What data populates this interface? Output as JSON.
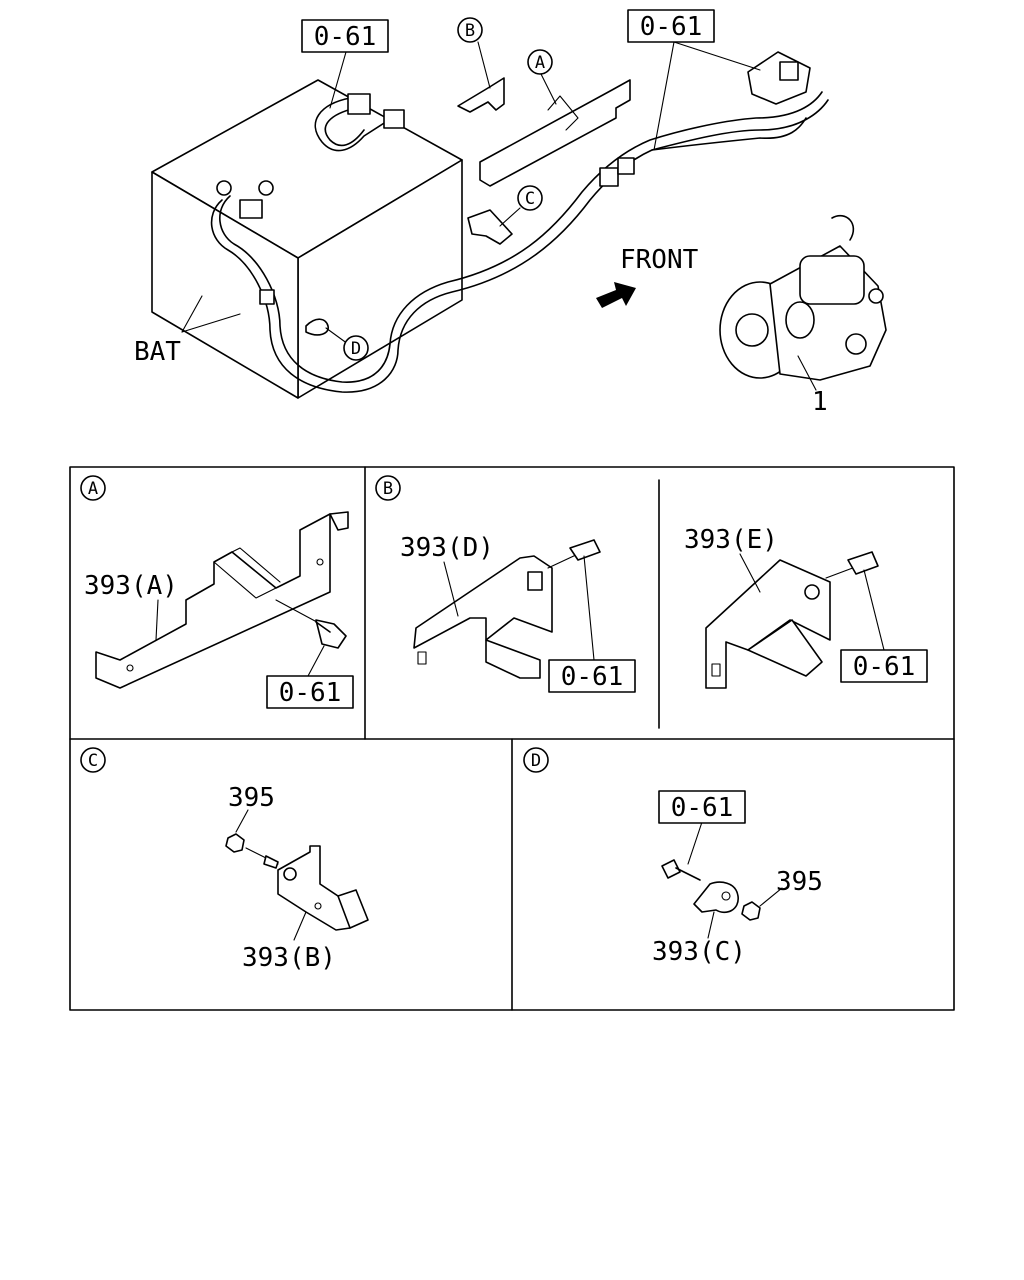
{
  "callouts": {
    "part_o61": "0-61",
    "bat": "BAT",
    "front": "FRONT",
    "starter_ref": "1",
    "circle_a": "A",
    "circle_b": "B",
    "circle_c": "C",
    "circle_d": "D"
  },
  "detail_a": {
    "tag": "A",
    "bracket": "393(A)",
    "bolt": "0-61"
  },
  "detail_b": {
    "tag": "B",
    "bracket_d": "393(D)",
    "bolt_d": "0-61",
    "bracket_e": "393(E)",
    "bolt_e": "0-61"
  },
  "detail_c": {
    "tag": "C",
    "nut": "395",
    "bracket": "393(B)"
  },
  "detail_d": {
    "tag": "D",
    "bolt": "0-61",
    "nut": "395",
    "bracket": "393(C)"
  }
}
